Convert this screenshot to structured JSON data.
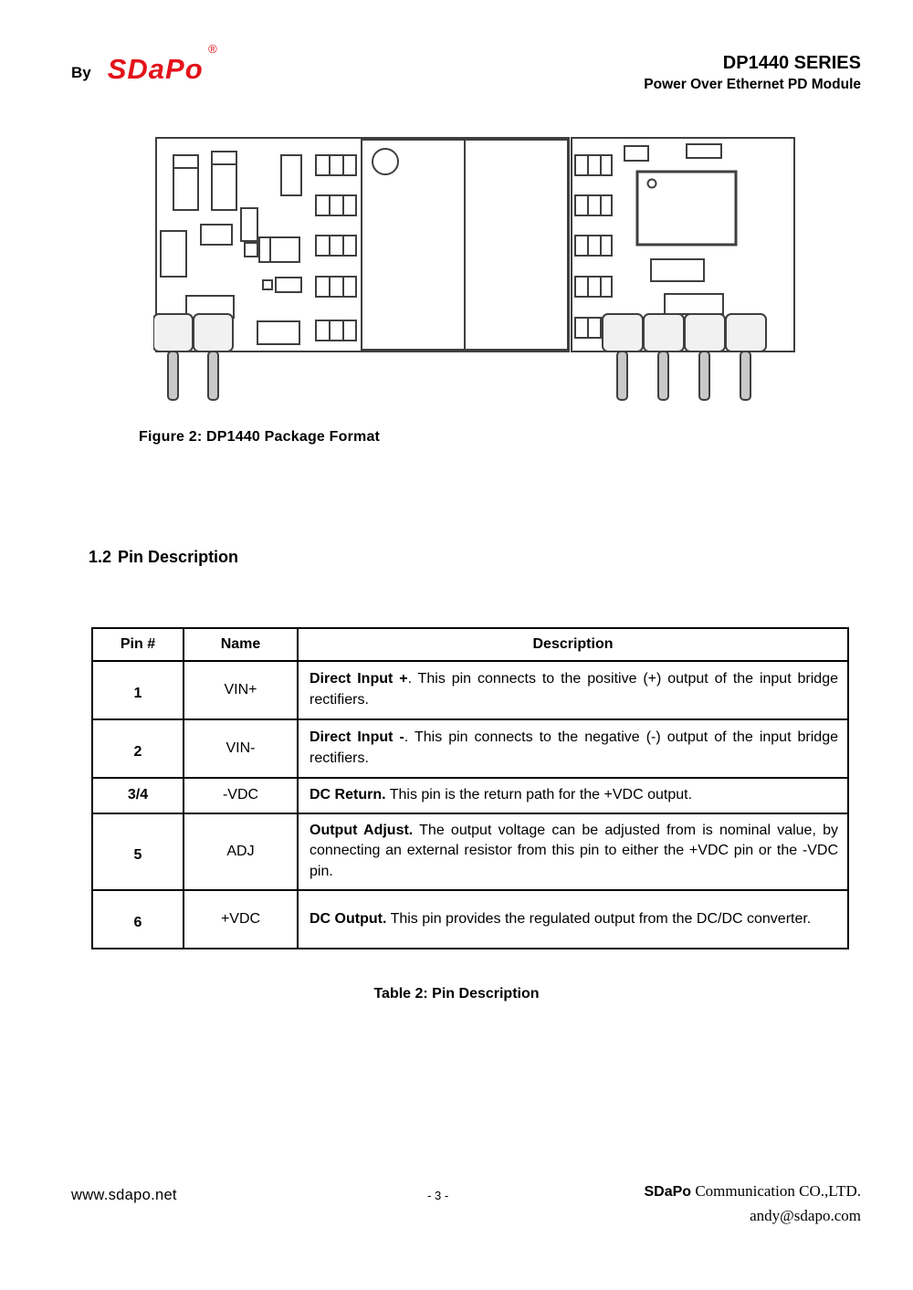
{
  "header": {
    "by_label": "By",
    "logo_text": "SDaPo",
    "registered_mark": "®",
    "series_title": "DP1440 SERIES",
    "subtitle": "Power Over Ethernet PD Module"
  },
  "figure": {
    "caption": "Figure 2: DP1440 Package Format"
  },
  "section": {
    "number": "1.2",
    "title": "Pin Description"
  },
  "pin_table": {
    "headers": [
      "Pin #",
      "Name",
      "Description"
    ],
    "rows": [
      {
        "pin": "1",
        "name": "VIN+",
        "desc_bold": "Direct Input +",
        "desc_rest": ". This pin connects to the positive (+) output of the input bridge rectifiers."
      },
      {
        "pin": "2",
        "name": "VIN-",
        "desc_bold": "Direct Input -",
        "desc_rest": ". This pin connects to the negative (-) output of the input bridge rectifiers."
      },
      {
        "pin": "3/4",
        "name": "-VDC",
        "desc_bold": "DC Return.",
        "desc_rest": " This pin is the return path for the +VDC output."
      },
      {
        "pin": "5",
        "name": "ADJ",
        "desc_bold": "Output Adjust.",
        "desc_rest": " The output voltage can be adjusted from is nominal value, by connecting an external resistor from this pin to either the +VDC pin or the -VDC pin."
      },
      {
        "pin": "6",
        "name": "+VDC",
        "desc_bold": "DC Output.",
        "desc_rest": " This pin provides the regulated output from the DC/DC converter."
      }
    ],
    "caption": "Table 2: Pin Description"
  },
  "footer": {
    "website": "www.sdapo.net",
    "page_number": "- 3 -",
    "company_bold": "SDaPo",
    "company_rest": " Communication CO.,LTD.",
    "email": "andy@sdapo.com"
  },
  "colors": {
    "logo_red": "#e3121b",
    "text": "#000000",
    "drawing_stroke": "#3f3f3f"
  }
}
